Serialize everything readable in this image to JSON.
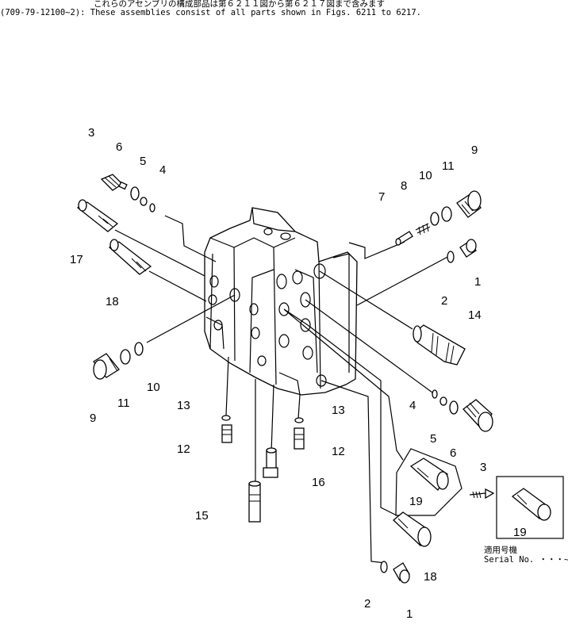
{
  "header": {
    "line1": "これらのアセンブリの構成部品は第６２１１図から第６２１７図まで含みます",
    "line2": "(709-79-12100~2): These assemblies consist of all parts shown in Figs. 6211 to 6217."
  },
  "serial": {
    "jp": "適用号機",
    "en": "Serial No.  ・・・~"
  },
  "callouts": {
    "c3a": "3",
    "c6a": "6",
    "c5a": "5",
    "c4a": "4",
    "c17": "17",
    "c18a": "18",
    "c9a": "9",
    "c11a": "11",
    "c10a": "10",
    "c7": "7",
    "c8": "8",
    "c10b": "10",
    "c11b": "11",
    "c9b": "9",
    "c1a": "1",
    "c2a": "2",
    "c14": "14",
    "c13a": "13",
    "c12a": "12",
    "c13b": "13",
    "c12b": "12",
    "c16": "16",
    "c15": "15",
    "c4b": "4",
    "c5b": "5",
    "c6b": "6",
    "c3b": "3",
    "c19a": "19",
    "c19b": "19",
    "c18b": "18",
    "c2b": "2",
    "c1b": "1"
  }
}
